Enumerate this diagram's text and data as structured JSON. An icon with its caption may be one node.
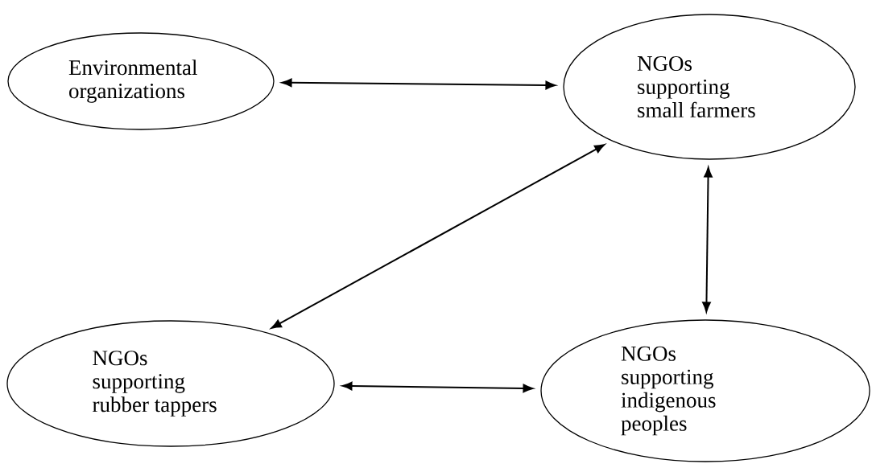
{
  "diagram": {
    "nodes": [
      {
        "text": [
          "Environmental organizations"
        ]
      },
      {
        "text": [
          "NGOs supporting small farmers"
        ]
      },
      {
        "text": [
          "NGOs supporting rubber tappers"
        ]
      },
      {
        "text": [
          "NGOs supporting indigenous peoples"
        ]
      }
    ],
    "edges": [
      {
        "from": 0,
        "to": 1,
        "arrow": "both"
      },
      {
        "from": 1,
        "to": 2,
        "arrow": "both"
      },
      {
        "from": 1,
        "to": 3,
        "arrow": "both"
      },
      {
        "from": 2,
        "to": 3,
        "arrow": "both"
      }
    ]
  }
}
